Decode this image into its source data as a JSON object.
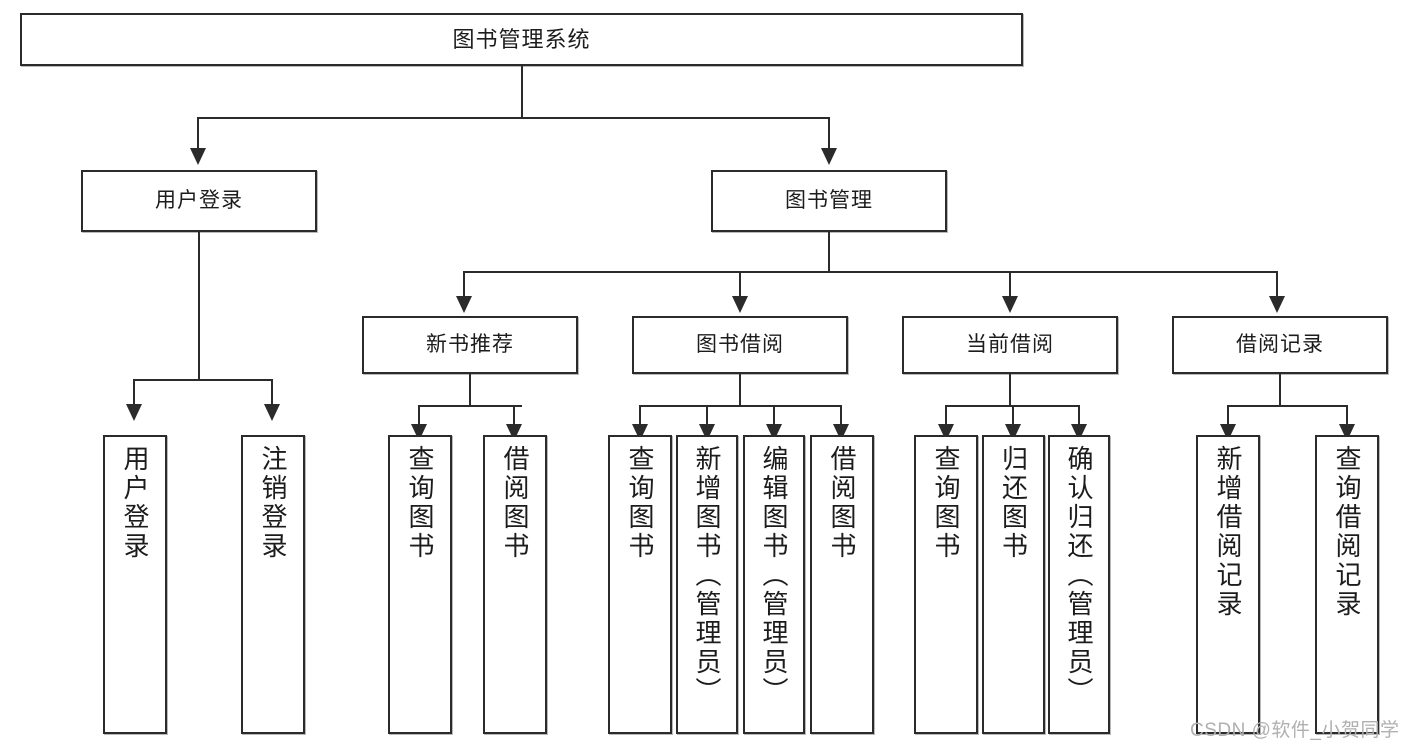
{
  "diagram": {
    "title": "图书管理系统",
    "type": "tree",
    "root": {
      "label": "图书管理系统"
    },
    "level2": [
      {
        "label": "用户登录"
      },
      {
        "label": "图书管理"
      }
    ],
    "level3": [
      {
        "label": "新书推荐"
      },
      {
        "label": "图书借阅"
      },
      {
        "label": "当前借阅"
      },
      {
        "label": "借阅记录"
      }
    ],
    "leaves": {
      "user_login": [
        {
          "label": "用户登录"
        },
        {
          "label": "注销登录"
        }
      ],
      "new_book_recommend": [
        {
          "label": "查询图书"
        },
        {
          "label": "借阅图书"
        }
      ],
      "book_borrow": [
        {
          "label": "查询图书"
        },
        {
          "label": "新增图书（管理员）"
        },
        {
          "label": "编辑图书（管理员）"
        },
        {
          "label": "借阅图书"
        }
      ],
      "current_borrow": [
        {
          "label": "查询图书"
        },
        {
          "label": "归还图书"
        },
        {
          "label": "确认归还（管理员）"
        }
      ],
      "borrow_record": [
        {
          "label": "新增借阅记录"
        },
        {
          "label": "查询借阅记录"
        }
      ]
    }
  },
  "watermark": {
    "text": "CSDN @软件_小贺同学"
  },
  "colors": {
    "stroke": "#2b2b2b",
    "fill": "#ffffff",
    "text": "#1c1c1c",
    "watermark": "#b0b0b0"
  }
}
